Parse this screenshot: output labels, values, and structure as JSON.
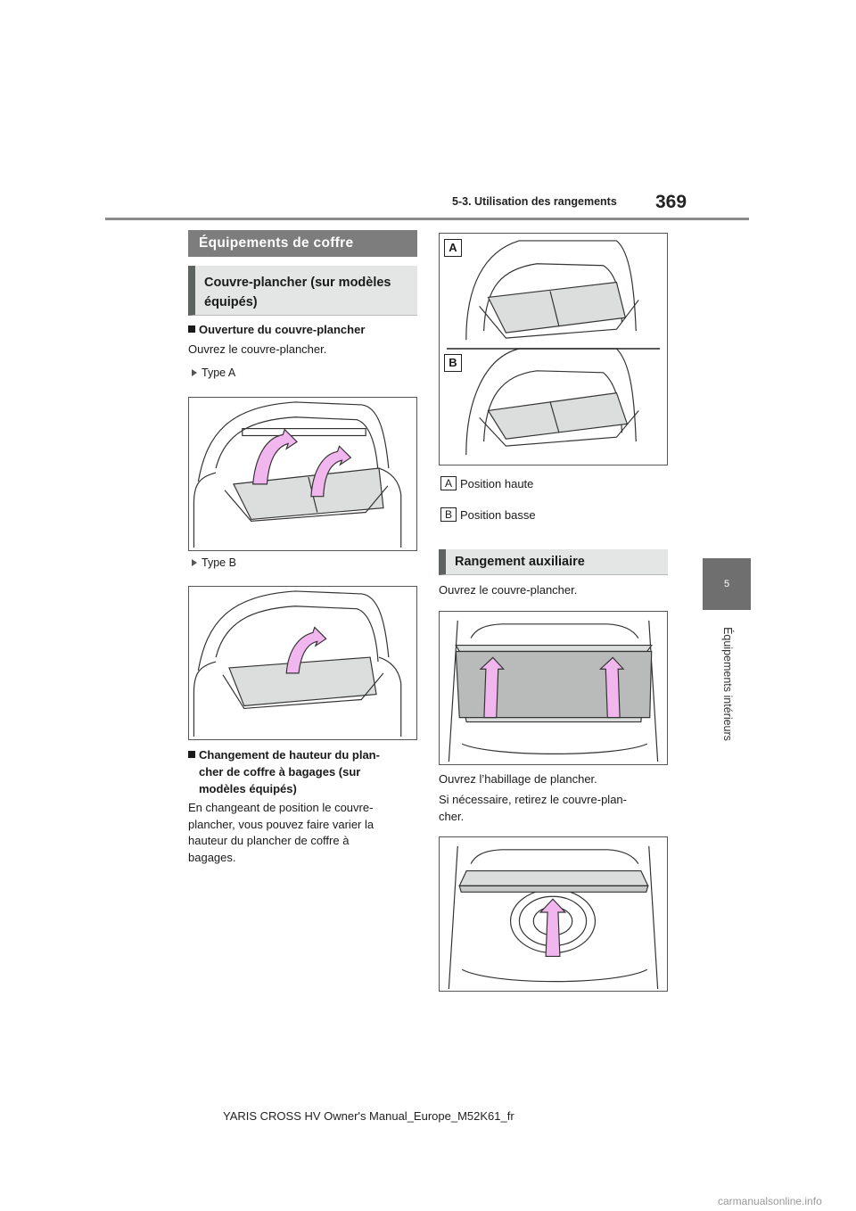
{
  "header": {
    "section": "5-3. Utilisation des rangements",
    "page_number": "369"
  },
  "side_tab": {
    "number": "5",
    "label": "Équipements intérieurs"
  },
  "left": {
    "main_heading": "Équipements de coffre",
    "sub_heading": "Couvre-plancher (sur modèles équipés)",
    "bullet1": "Ouverture du couvre-plancher",
    "para1": "Ouvrez le couvre-plancher.",
    "type_a": "Type A",
    "type_b": "Type B",
    "bullet2": [
      "Changement de hauteur du plan-",
      "cher de coffre à bagages (sur",
      "modèles équipés)"
    ],
    "para2": [
      "En changeant de position le couvre-",
      "plancher, vous pouvez faire varier la",
      "hauteur du plancher de coffre à",
      "bagages."
    ]
  },
  "right": {
    "fig_label_a": "A",
    "fig_label_b": "B",
    "legend": [
      {
        "key": "A",
        "text": "Position haute"
      },
      {
        "key": "B",
        "text": "Position basse"
      }
    ],
    "sub_heading": "Rangement auxiliaire",
    "para1": "Ouvrez le couvre-plancher.",
    "para2": "Ouvrez l’habillage de plancher.",
    "para3": [
      "Si nécessaire, retirez le couvre-plan-",
      "cher."
    ]
  },
  "footer": {
    "text": "YARIS CROSS HV Owner's Manual_Europe_M52K61_fr"
  },
  "watermark": {
    "text": "carmanualsonline.info"
  },
  "colors": {
    "arrow_fill": "#f2b6ef",
    "panel_fill": "#dcdedd",
    "heading_bg": "#7d7d7d",
    "subheading_bg": "#e4e6e5"
  }
}
